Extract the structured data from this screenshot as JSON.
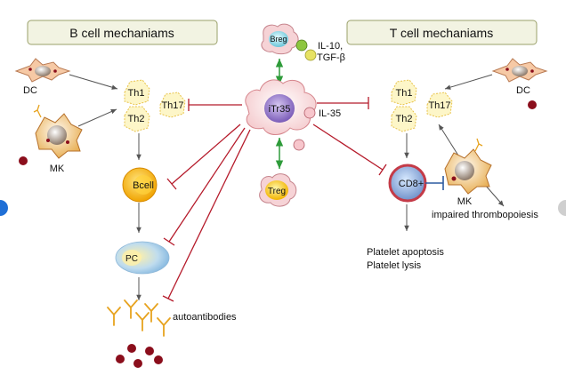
{
  "headers": {
    "b_cell": "B cell mechaniams",
    "t_cell": "T cell mechaniams"
  },
  "cells": {
    "breg": "Breg",
    "itr35": "iTr35",
    "treg": "Treg",
    "th1_left": "Th1",
    "th2_left": "Th2",
    "th17_left": "Th17",
    "th1_right": "Th1",
    "th2_right": "Th2",
    "th17_right": "Th17",
    "bcell": "Bcell",
    "pc": "PC",
    "cd8": "CD8+"
  },
  "labels": {
    "dc_left": "DC",
    "dc_right": "DC",
    "mk_left": "MK",
    "mk_right": "MK",
    "il10": "IL-10,",
    "tgfb": "TGF-β",
    "il35": "IL-35",
    "autoantibodies": "autoantibodies",
    "impaired": "impaired thrombopoiesis",
    "platelet_apoptosis": "Platelet apoptosis",
    "platelet_lysis": "Platelet lysis"
  },
  "colors": {
    "header_fill": "#f2f3e2",
    "arrow_gray": "#555555",
    "inhibit_red": "#b51a2a",
    "green_arrow": "#2e9b3a",
    "th_fill": "#fdf6c8",
    "platelet_red": "#8b0e1c",
    "antibody_orange": "#e7a31f"
  }
}
